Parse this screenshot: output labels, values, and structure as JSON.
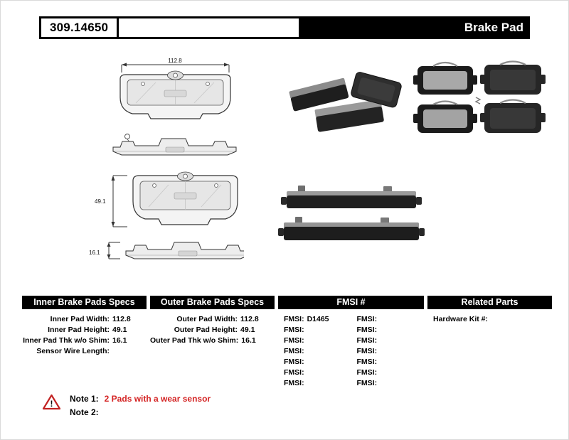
{
  "header": {
    "part_number": "309.14650",
    "title": "Brake Pad"
  },
  "drawings": {
    "width_label": "112.8",
    "height_label": "49.1",
    "thickness_label": "16.1"
  },
  "tables": {
    "inner": {
      "title": "Inner Brake Pads Specs",
      "rows": [
        {
          "label": "Inner Pad Width:",
          "value": "112.8"
        },
        {
          "label": "Inner Pad Height:",
          "value": "49.1"
        },
        {
          "label": "Inner Pad Thk w/o Shim:",
          "value": "16.1"
        },
        {
          "label": "Sensor Wire Length:",
          "value": ""
        }
      ]
    },
    "outer": {
      "title": "Outer Brake Pads Specs",
      "rows": [
        {
          "label": "Outer Pad Width:",
          "value": "112.8"
        },
        {
          "label": "Outer Pad Height:",
          "value": "49.1"
        },
        {
          "label": "Outer Pad Thk w/o Shim:",
          "value": "16.1"
        }
      ]
    },
    "fmsi": {
      "title": "FMSI #",
      "left_rows": [
        {
          "label": "FMSI:",
          "value": "D1465"
        },
        {
          "label": "FMSI:",
          "value": ""
        },
        {
          "label": "FMSI:",
          "value": ""
        },
        {
          "label": "FMSI:",
          "value": ""
        },
        {
          "label": "FMSI:",
          "value": ""
        },
        {
          "label": "FMSI:",
          "value": ""
        },
        {
          "label": "FMSI:",
          "value": ""
        }
      ],
      "right_rows": [
        {
          "label": "FMSI:",
          "value": ""
        },
        {
          "label": "FMSI:",
          "value": ""
        },
        {
          "label": "FMSI:",
          "value": ""
        },
        {
          "label": "FMSI:",
          "value": ""
        },
        {
          "label": "FMSI:",
          "value": ""
        },
        {
          "label": "FMSI:",
          "value": ""
        },
        {
          "label": "FMSI:",
          "value": ""
        }
      ]
    },
    "related": {
      "title": "Related Parts",
      "rows": [
        {
          "label": "Hardware Kit #:",
          "value": ""
        }
      ]
    }
  },
  "notes": {
    "note1_label": "Note 1:",
    "note1_text": "2 Pads with a wear sensor",
    "note2_label": "Note 2:",
    "note2_text": ""
  },
  "icons": {
    "warning_glyph": "!"
  },
  "colors": {
    "note_red": "#d42424",
    "bar_bg": "#000000",
    "bar_text": "#ffffff"
  }
}
